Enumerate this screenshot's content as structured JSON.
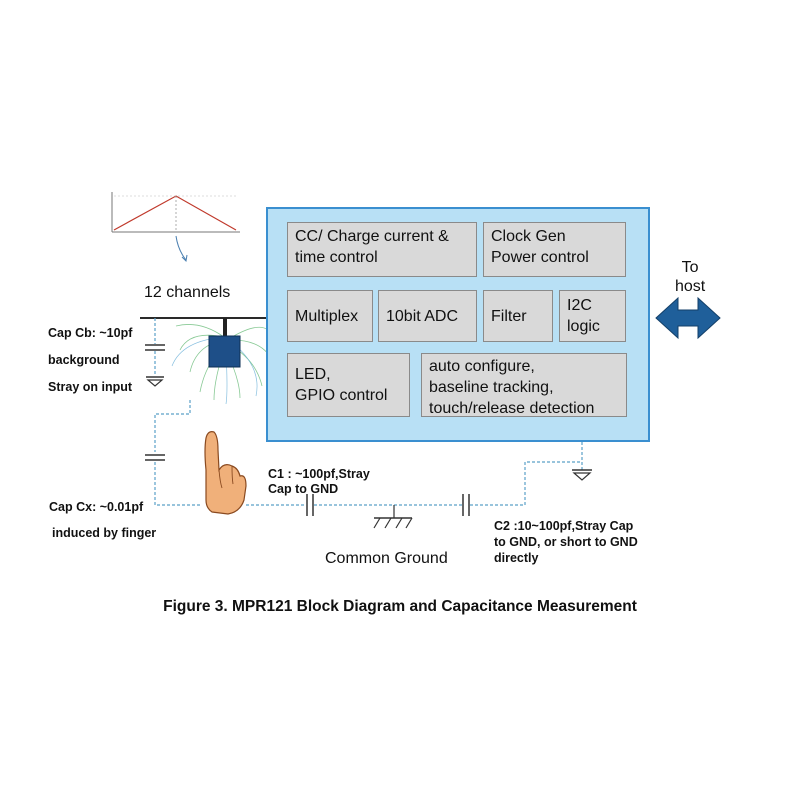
{
  "blocks": {
    "cc_charge": "CC/ Charge current &\ntime control",
    "clock_gen": "Clock  Gen\nPower control",
    "multiplex": "Multiplex",
    "adc": "10bit ADC",
    "filter": "Filter",
    "i2c": "I2C\nlogic",
    "led_gpio": "LED,\nGPIO control",
    "auto_config": "auto configure,\nbaseline tracking,\ntouch/release detection"
  },
  "labels": {
    "to_host": "To\nhost",
    "channels": "12 channels",
    "cap_cb_1": "Cap Cb: ~10pf",
    "cap_cb_2": "background",
    "cap_cb_3": "Stray on input",
    "cap_cx_1": "Cap Cx: ~0.01pf",
    "cap_cx_2": "induced by finger",
    "c1_1": "C1 : ~100pf,Stray",
    "c1_2": "Cap to GND",
    "c2_1": "C2 :10~100pf,Stray Cap",
    "c2_2": "to GND, or short to GND",
    "c2_3": "directly",
    "common_ground": "Common Ground"
  },
  "caption": "Figure 3. MPR121 Block Diagram and Capacitance Measurement",
  "colors": {
    "chip_fill": "#b8e0f5",
    "chip_border": "#3a8fd0",
    "block_fill": "#d9d9d9",
    "arrow": "#1f5f9a",
    "dashed": "#5aa0c8"
  },
  "icons": [
    "finger-icon",
    "ground-icon",
    "double-arrow-icon",
    "capacitor-icon",
    "electrode-icon"
  ]
}
